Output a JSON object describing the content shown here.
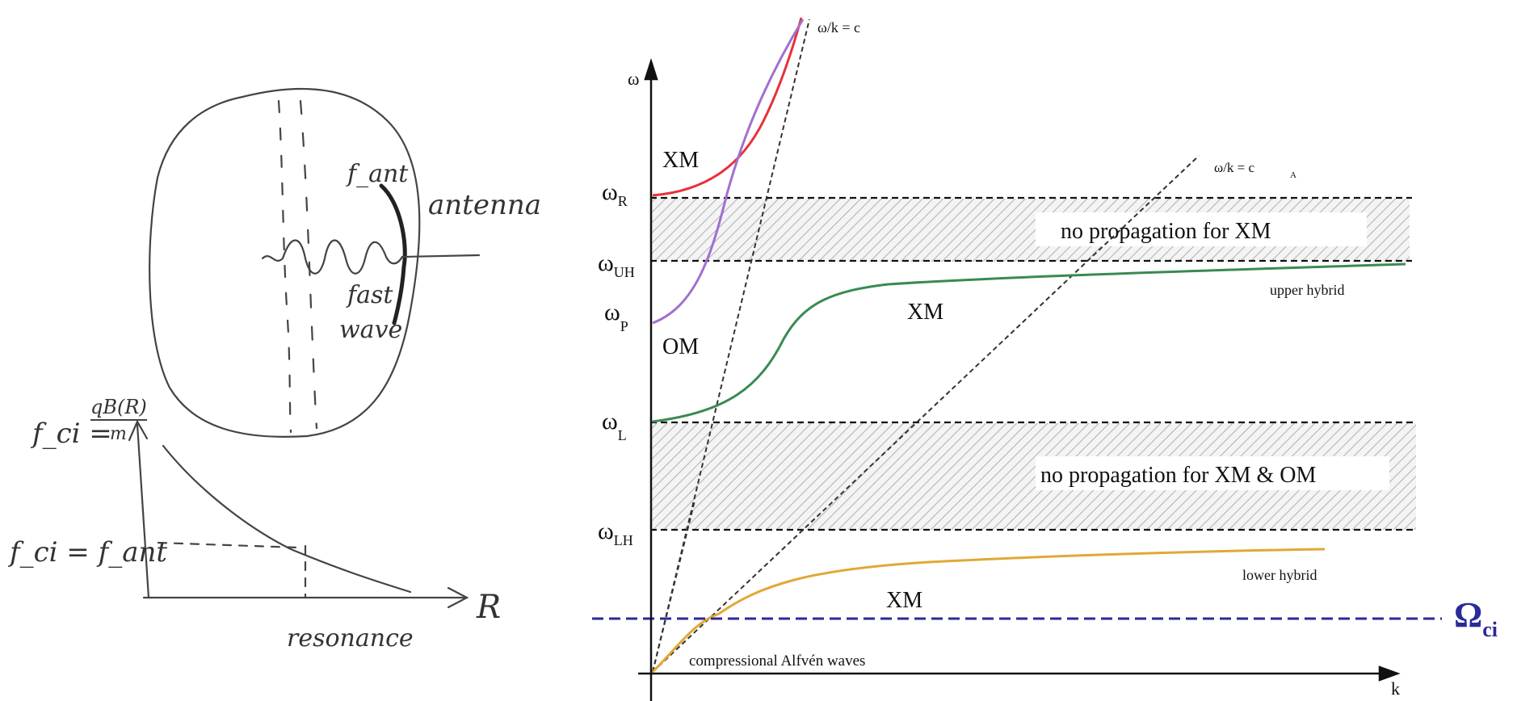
{
  "sketch": {
    "f_ant_label": "f_ant",
    "antenna_label": "antenna",
    "fast_wave_label_1": "fast",
    "fast_wave_label_2": "wave",
    "fci_formula_left": "f_ci =",
    "fci_formula_top": "qB(R)",
    "fci_formula_bottom": "m",
    "fci_equals_fant": "f_ci = f_ant",
    "R_axis_label": "R",
    "resonance_label": "resonance"
  },
  "dispersion": {
    "y_axis_label": "ω",
    "x_axis_label": "k",
    "light_line_label": "ω/k = c",
    "alfven_line_label": "ω/k = c",
    "alfven_line_sub": "A",
    "y_ticks": [
      {
        "main": "ω",
        "sub": "R"
      },
      {
        "main": "ω",
        "sub": "UH"
      },
      {
        "main": "ω",
        "sub": "P"
      },
      {
        "main": "ω",
        "sub": "L"
      },
      {
        "main": "ω",
        "sub": "LH"
      }
    ],
    "band_labels": [
      "no propagation for XM",
      "no propagation for XM & OM"
    ],
    "curve_labels": {
      "xm_top": "XM",
      "om": "OM",
      "xm_mid": "XM",
      "xm_low": "XM",
      "upper_hybrid": "upper hybrid",
      "lower_hybrid": "lower hybrid",
      "alfven": "compressional Alfvén waves"
    },
    "omega_ci": {
      "main": "Ω",
      "sub": "ci"
    },
    "colors": {
      "xm_upper": "#e8303a",
      "om": "#a070d0",
      "xm_middle": "#3a8a52",
      "xm_lower": "#e2a836",
      "omega_ci_line": "#2a2a9a"
    }
  }
}
